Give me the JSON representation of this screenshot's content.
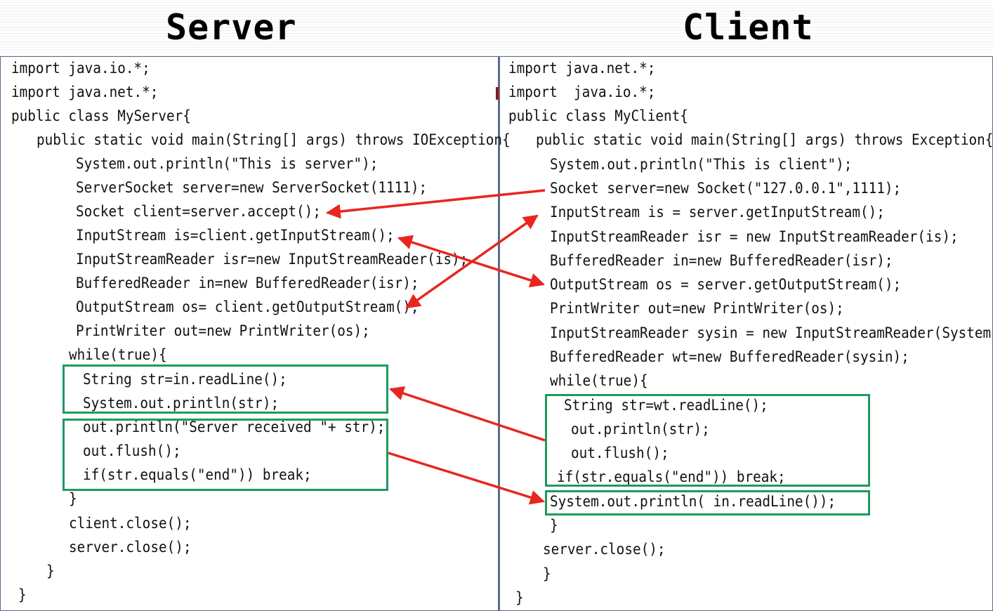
{
  "server": {
    "title": "Server",
    "lines": [
      "import java.io.*;",
      "import java.net.*;",
      "public class MyServer{",
      "public static void main(String[] args) throws IOException{",
      "System.out.println(\"This is server\");",
      "ServerSocket server=new ServerSocket(1111);",
      "Socket client=server.accept();",
      "InputStream is=client.getInputStream();",
      "InputStreamReader isr=new InputStreamReader(is);",
      "BufferedReader in=new BufferedReader(isr);",
      "OutputStream os= client.getOutputStream();",
      "PrintWriter out=new PrintWriter(os);",
      "while(true){",
      "String str=in.readLine();",
      "System.out.println(str);",
      "out.println(\"Server received \"+ str);",
      "out.flush();",
      "if(str.equals(\"end\")) break;",
      "}",
      "client.close();",
      "server.close();",
      "}",
      "}"
    ]
  },
  "client": {
    "title": "Client",
    "lines": [
      "import java.net.*;",
      "import  java.io.*;",
      "public class MyClient{",
      "public static void main(String[] args) throws Exception{",
      "System.out.println(\"This is client\");",
      "Socket server=new Socket(\"127.0.0.1\",1111);",
      "InputStream is = server.getInputStream();",
      "InputStreamReader isr = new InputStreamReader(is);",
      "BufferedReader in=new BufferedReader(isr);",
      "OutputStream os = server.getOutputStream();",
      "PrintWriter out=new PrintWriter(os);",
      "InputStreamReader sysin = new InputStreamReader(System.in);",
      "BufferedReader wt=new BufferedReader(sysin);",
      "while(true){",
      "String str=wt.readLine();",
      "out.println(str);",
      "out.flush();",
      "if(str.equals(\"end\")) break;",
      "System.out.println( in.readLine());",
      "}",
      "server.close();",
      "}",
      "}"
    ]
  },
  "colors": {
    "arrow": "#e8261f",
    "box": "#1f9960",
    "panel_border": "#5a6b8c"
  }
}
